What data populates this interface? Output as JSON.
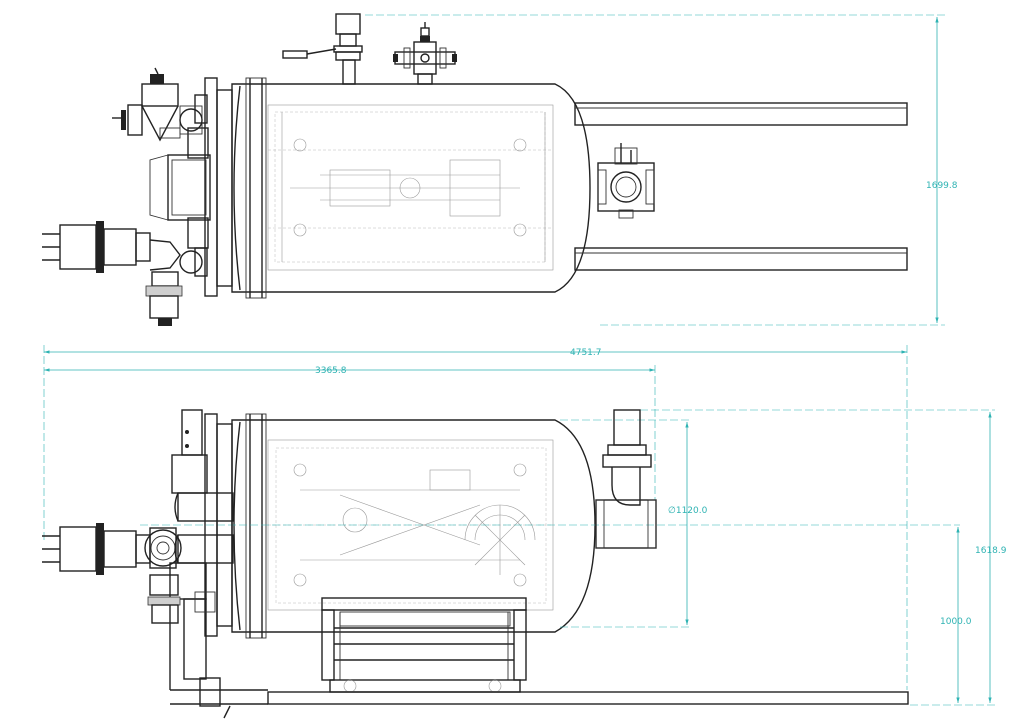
{
  "dimensions": {
    "top_height": "1699.8",
    "overall_length": "4751.7",
    "vessel_length": "3365.8",
    "diameter": "∅1120.0",
    "overall_height": "1618.9",
    "axis_height": "1000.0"
  },
  "colors": {
    "dimension_line": "#2fb3b3",
    "outline": "#222222",
    "hidden_detail": "#9a9a9a"
  }
}
